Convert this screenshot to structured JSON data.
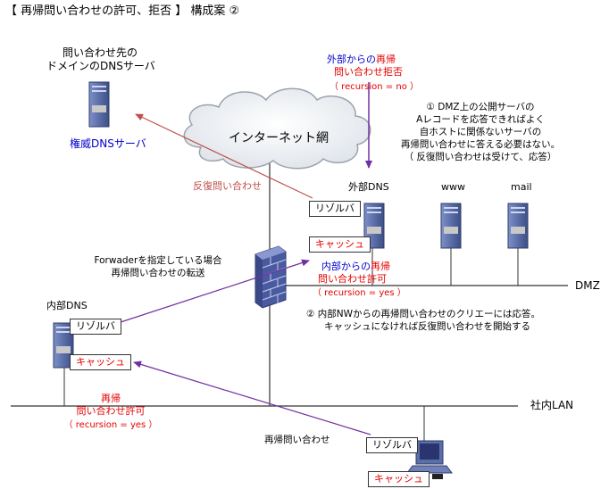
{
  "title": "【 再帰問い合わせの許可、拒否 】 構成案 ②",
  "nodes": {
    "auth_dns": {
      "caption_line1": "問い合わせ先の",
      "caption_line2": "ドメインのDNSサーバ",
      "label": "権威DNSサーバ"
    },
    "internet": {
      "label": "インターネット網"
    },
    "ext_dns": {
      "label": "外部DNS",
      "resolver": "リゾルバ",
      "cache": "キャッシュ"
    },
    "www": {
      "label": "www"
    },
    "mail": {
      "label": "mail"
    },
    "int_dns": {
      "label": "内部DNS",
      "resolver": "リゾルバ",
      "cache": "キャッシュ"
    },
    "client": {
      "resolver": "リゾルバ",
      "cache": "キャッシュ"
    }
  },
  "networks": {
    "dmz": "DMZ",
    "lan": "社内LAN"
  },
  "annotations": {
    "ext_refuse_1": "外部から",
    "ext_refuse_1b": "の",
    "ext_refuse_1c": "再帰",
    "ext_refuse_2": "問い合わせ拒否",
    "ext_refuse_3": "（ recursion = no ）",
    "note1_1": "①  DMZ上の公開サーバの",
    "note1_2": "Aレコードを応答できればよく",
    "note1_3": "自ホストに関係ないサーバの",
    "note1_4": "再帰問い合わせに答える必要はない。",
    "note1_5": "（ 反復問い合わせは受けて、応答）",
    "iterative": "反復問い合わせ",
    "forwarder_1": "Forwaderを指定している場合",
    "forwarder_2": "再帰問い合わせの転送",
    "int_allow_1a": "内部から",
    "int_allow_1b": "の",
    "int_allow_1c": "再帰",
    "int_allow_2": "問い合わせ許可",
    "int_allow_3": "（ recursion = yes ）",
    "note2_1": "②  内部NWからの再帰問い合わせのクリエーには応答。",
    "note2_2": "キャッシュになければ反復問い合わせを開始する",
    "lan_allow_1": "再帰",
    "lan_allow_2": "問い合わせ許可",
    "lan_allow_3": "（ recursion = yes ）",
    "client_query": "再帰問い合わせ"
  },
  "colors": {
    "purple": "#7030a0",
    "brown_arrow": "#c0504d",
    "red_text": "#e60000",
    "blue_text": "#0000cc",
    "server": "#5a6ea8"
  }
}
